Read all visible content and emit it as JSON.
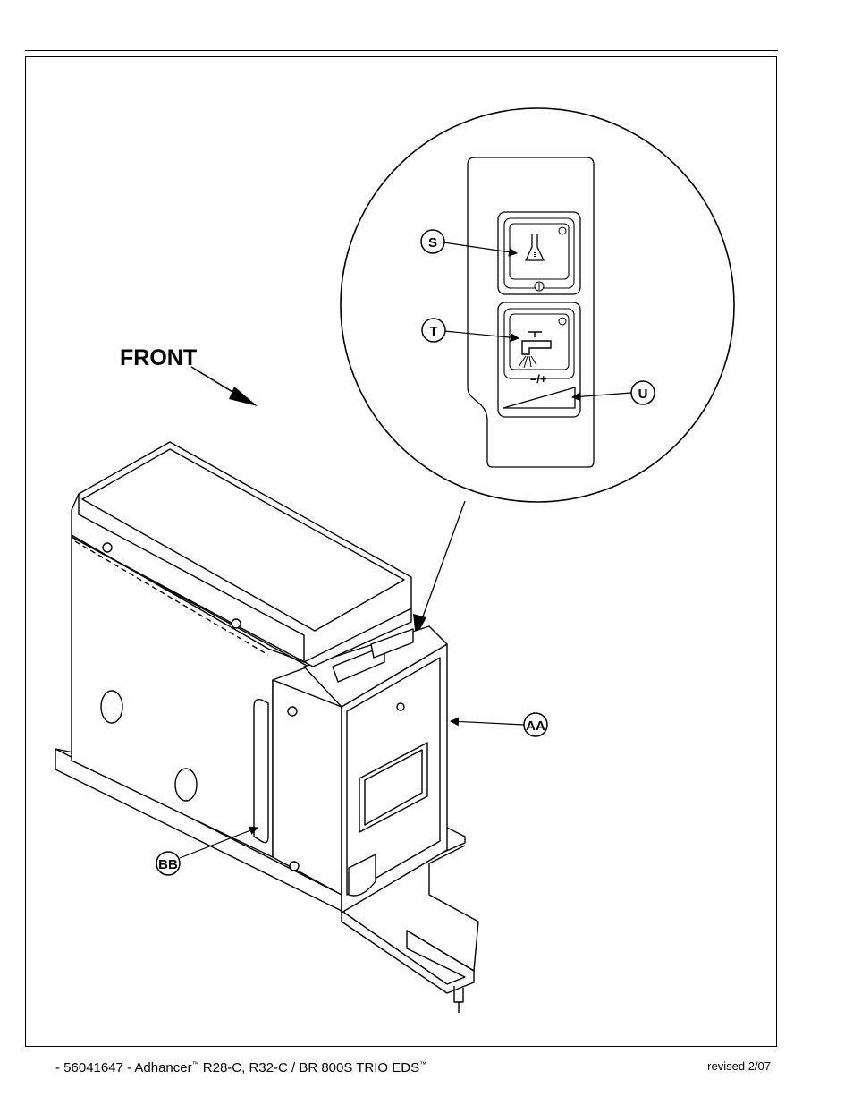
{
  "diagram": {
    "front_label": "FRONT",
    "callouts": {
      "s": "S",
      "t": "T",
      "u": "U",
      "aa": "AA",
      "bb": "BB"
    },
    "panel_sign": "–/+"
  },
  "footer": {
    "part_number": "- 56041647 - Adhancer",
    "tm": "™",
    "models": " R28-C, R32-C / BR 800S TRIO EDS",
    "tm2": "™",
    "revision": "revised 2/07"
  },
  "colors": {
    "line": "#000000",
    "background": "#ffffff"
  }
}
